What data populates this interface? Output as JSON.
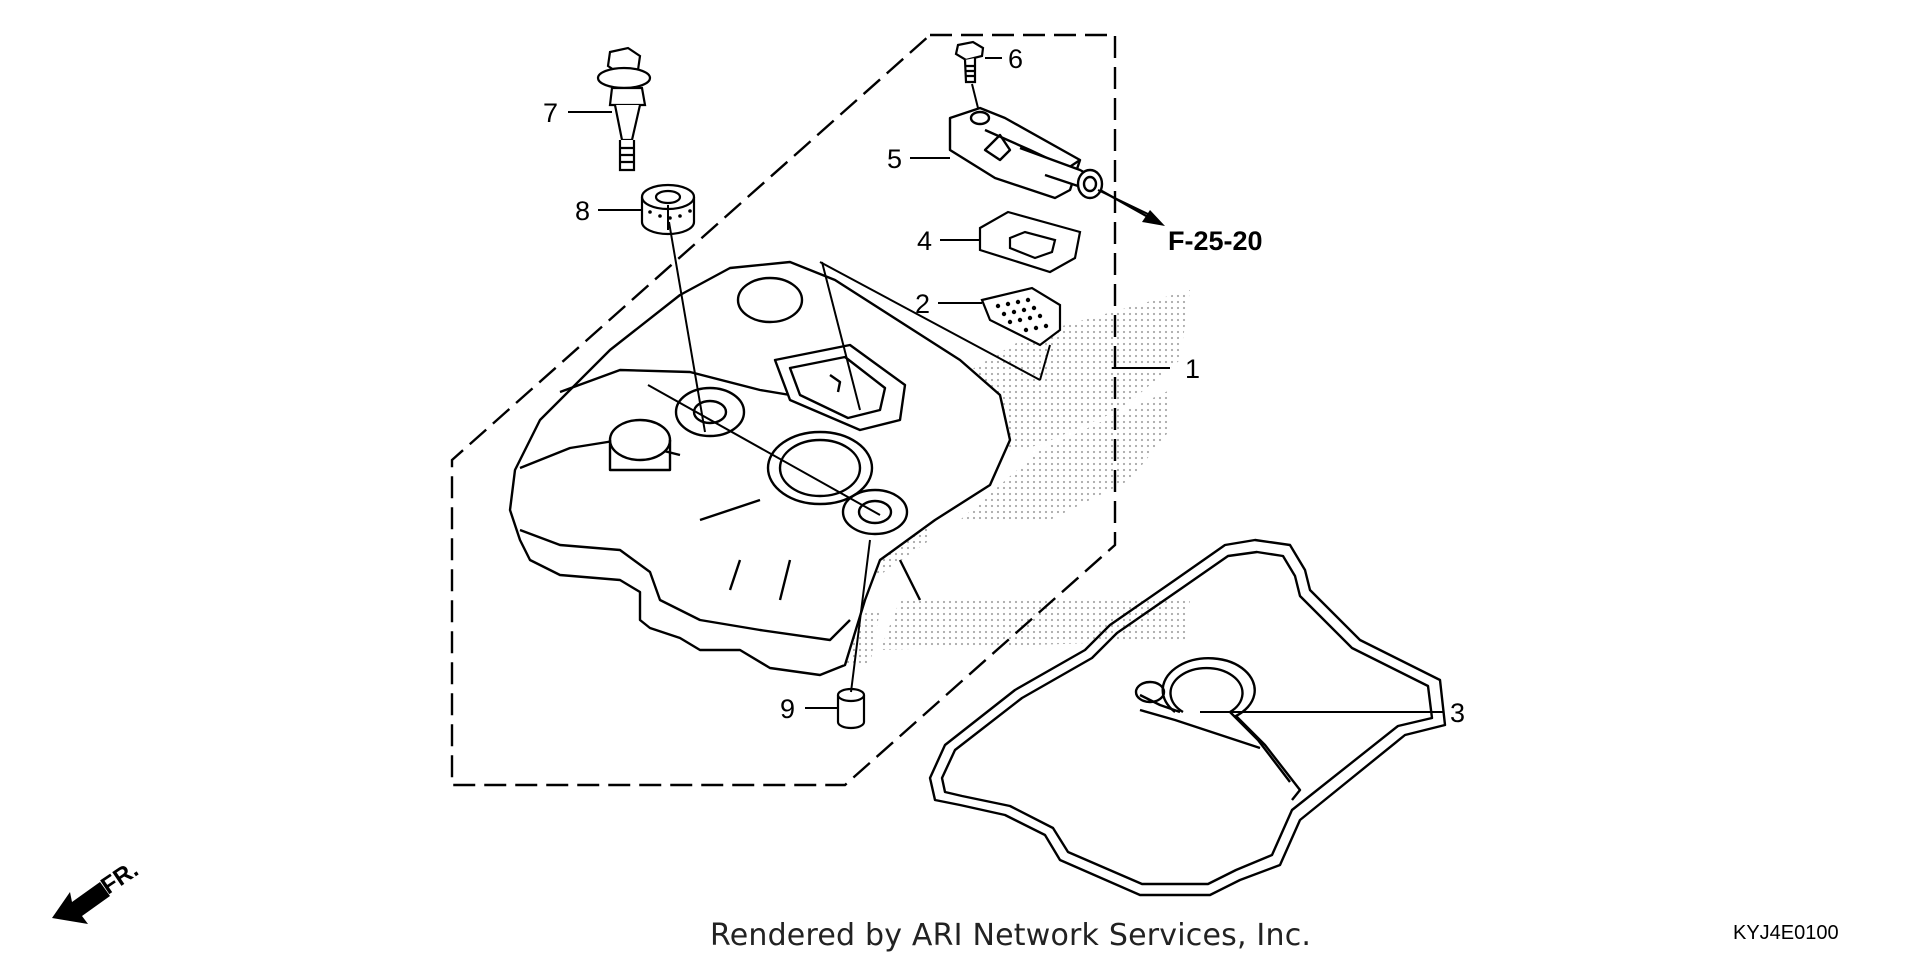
{
  "diagram": {
    "reference_code": "F-25-20",
    "front_indicator": "FR.",
    "callouts": [
      "1",
      "2",
      "3",
      "4",
      "5",
      "6",
      "7",
      "8",
      "9"
    ]
  },
  "footer": {
    "credit": "Rendered by ARI Network Services, Inc.",
    "diagram_id": "KYJ4E0100"
  }
}
